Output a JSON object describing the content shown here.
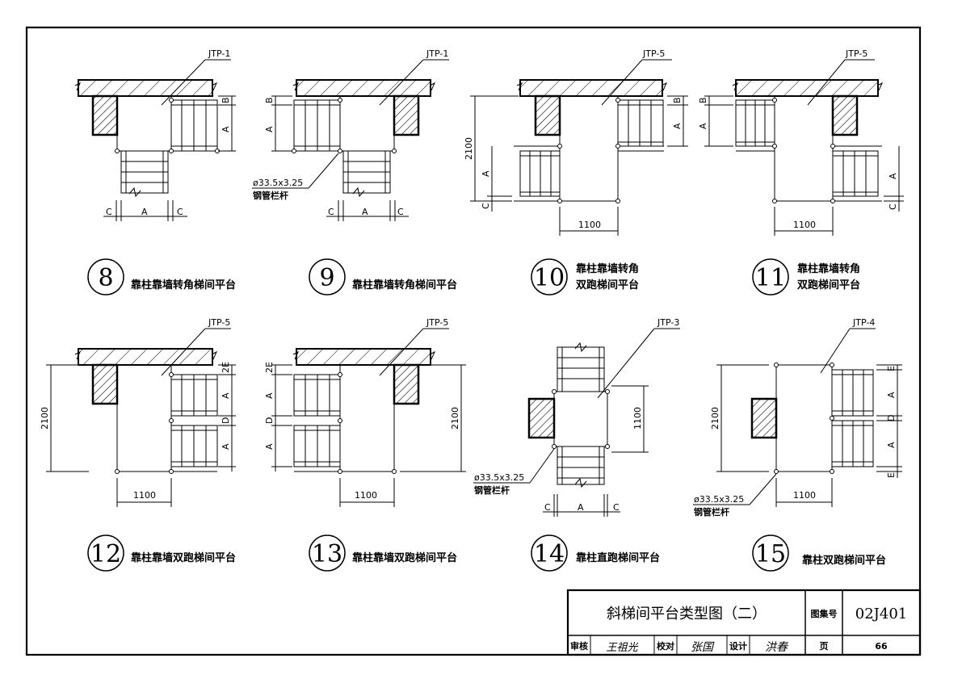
{
  "drawings": {
    "d8": {
      "number": "8",
      "caption": "靠柱靠墙转角梯间平台",
      "tag": "JTP-1",
      "dim_a": "A",
      "dim_b": "B",
      "dim_c": "C",
      "dim_c2": "C",
      "dim_a_h": "A"
    },
    "d9": {
      "number": "9",
      "caption": "靠柱靠墙转角梯间平台",
      "tag": "JTP-1",
      "dim_a": "A",
      "dim_b": "B",
      "dim_c": "C",
      "dim_c2": "C",
      "dim_a_h": "A",
      "rail_size": "ø33.5x3.25",
      "rail_name": "钢管栏杆"
    },
    "d10": {
      "number": "10",
      "caption_line1": "靠柱靠墙转角",
      "caption_line2": "双跑梯间平台",
      "tag": "JTP-5",
      "dim_2100": "2100",
      "dim_1100": "1100",
      "dim_a": "A",
      "dim_a2": "A",
      "dim_b": "B",
      "dim_c": "C"
    },
    "d11": {
      "number": "11",
      "caption_line1": "靠柱靠墙转角",
      "caption_line2": "双跑梯间平台",
      "tag": "JTP-5",
      "dim_1100": "1100",
      "dim_a": "A",
      "dim_a2": "A",
      "dim_b": "B",
      "dim_c": "C"
    },
    "d12": {
      "number": "12",
      "caption": "靠柱靠墙双跑梯间平台",
      "tag": "JTP-5",
      "dim_2100": "2100",
      "dim_1100": "1100",
      "dim_2e": "2E",
      "dim_a": "A",
      "dim_d": "D",
      "dim_a2": "A"
    },
    "d13": {
      "number": "13",
      "caption": "靠柱靠墙双跑梯间平台",
      "tag": "JTP-5",
      "dim_2100": "2100",
      "dim_1100": "1100",
      "dim_2e": "2E",
      "dim_a": "A",
      "dim_d": "D",
      "dim_a2": "A"
    },
    "d14": {
      "number": "14",
      "caption": "靠柱直跑梯间平台",
      "tag": "JTP-3",
      "dim_1100": "1100",
      "dim_a": "A",
      "dim_c": "C",
      "dim_c2": "C",
      "rail_size": "ø33.5x3.25",
      "rail_name": "钢管栏杆"
    },
    "d15": {
      "number": "15",
      "caption": "靠柱双跑梯间平台",
      "tag": "JTP-4",
      "dim_2100": "2100",
      "dim_1100": "1100",
      "dim_e": "E",
      "dim_a": "A",
      "dim_d": "D",
      "dim_a2": "A",
      "dim_e2": "E",
      "rail_size": "ø33.5x3.25",
      "rail_name": "钢管栏杆"
    }
  },
  "title_block": {
    "title": "斜梯间平台类型图（二）",
    "atlas_label": "图集号",
    "atlas_code": "02J401",
    "review_label": "审核",
    "review_sign": "王祖光",
    "check_label": "校对",
    "check_sign": "张国",
    "design_label": "设计",
    "design_sign": "洪春",
    "page_label": "页",
    "page_number": "66"
  }
}
